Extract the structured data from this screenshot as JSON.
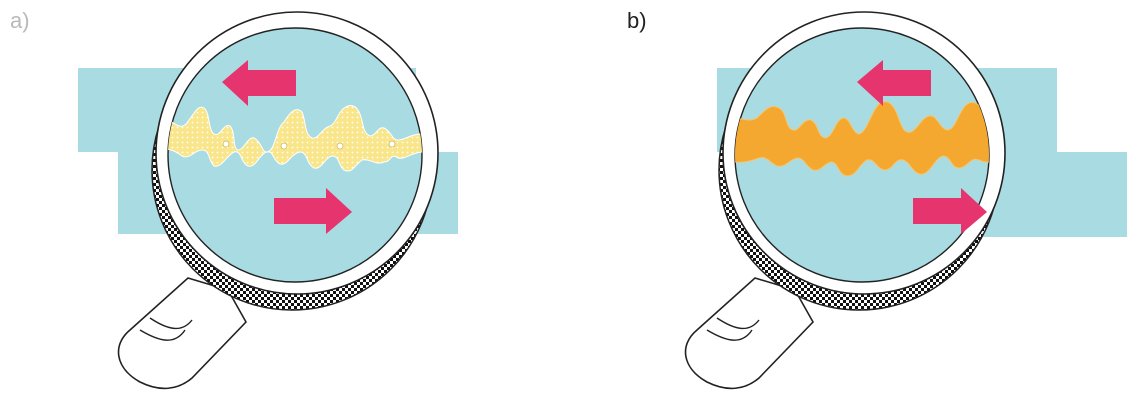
{
  "figure": {
    "panels": [
      {
        "label": "a)",
        "contact_fill": "pale-yellow-dotted",
        "contact_color": "#f9e58a"
      },
      {
        "label": "b)",
        "contact_fill": "solid-orange",
        "contact_color": "#f4a830"
      }
    ],
    "colors": {
      "block": "#a9dbe2",
      "lens": "#a9dbe2",
      "rim": "#ffffff",
      "outline": "#222222",
      "arrow": "#e6346e",
      "handle_pattern": "#111111"
    },
    "icons": [
      "magnifying-glass-icon",
      "arrow-left-icon",
      "arrow-right-icon"
    ]
  }
}
